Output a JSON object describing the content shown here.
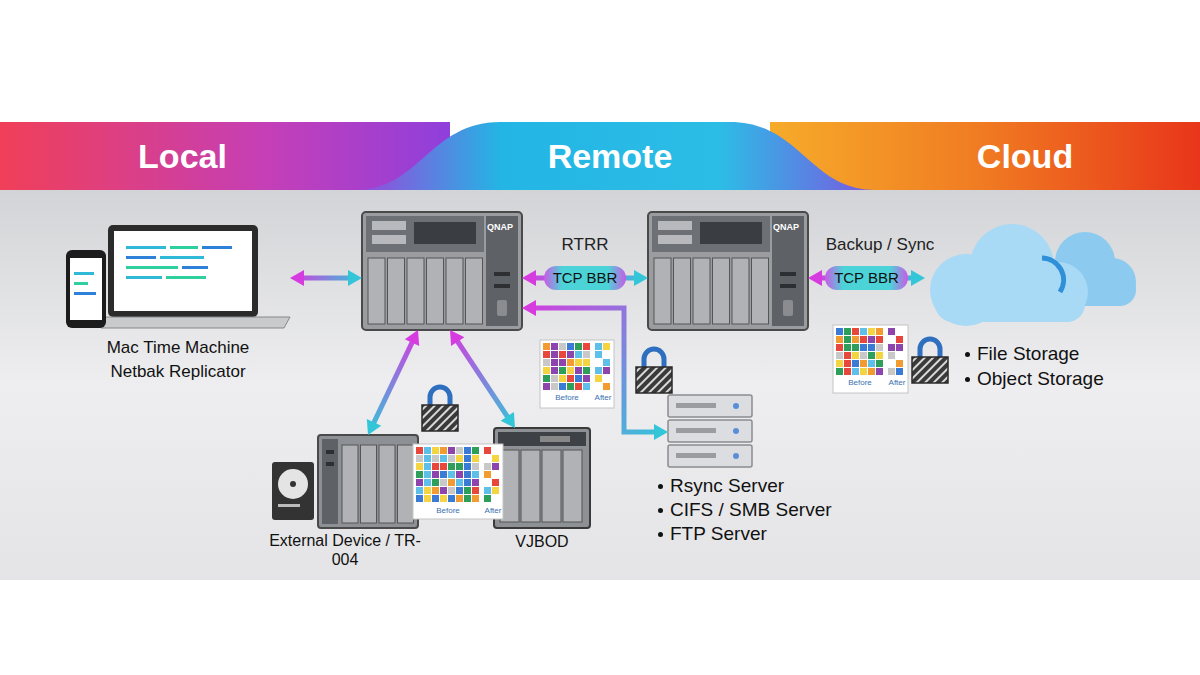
{
  "diagram": {
    "nodes": [
      {
        "text": [
          "Local"
        ]
      },
      {
        "text": [
          "Remote"
        ]
      },
      {
        "text": [
          "Cloud"
        ]
      },
      {
        "text": [
          "Mac Time Machine",
          "Netbak Replicator"
        ]
      },
      {
        "text": [
          "QNAP"
        ]
      },
      {
        "text": [
          "QNAP"
        ]
      },
      {
        "text": [
          "File Storage",
          "Object Storage"
        ]
      },
      {
        "text": [
          "External Device / TR-004"
        ]
      },
      {
        "text": [
          "VJBOD"
        ]
      },
      {
        "text": [
          "Rsync Server",
          "CIFS / SMB Server",
          "FTP Server"
        ]
      }
    ],
    "edges": [
      {
        "from": 3,
        "to": 4,
        "arrow": "both"
      },
      {
        "from": 4,
        "to": 5,
        "label": "TCP BBR",
        "arrow": "both"
      },
      {
        "from": 5,
        "to": 6,
        "label": "TCP BBR",
        "arrow": "both"
      },
      {
        "from": 4,
        "to": 7,
        "arrow": "both"
      },
      {
        "from": 4,
        "to": 8,
        "arrow": "both"
      },
      {
        "from": 4,
        "to": 9,
        "arrow": "both"
      }
    ],
    "labels": [
      "RTRR",
      "Backup / Sync",
      "Before",
      "After",
      "Before",
      "After",
      "Before",
      "After"
    ]
  }
}
